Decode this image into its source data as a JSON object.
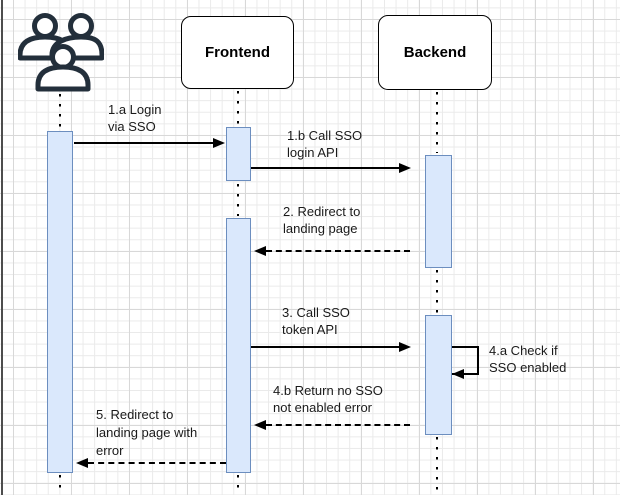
{
  "diagram": {
    "type": "uml-sequence",
    "actor": {
      "icon": "users-group-icon",
      "label": ""
    },
    "participants": [
      {
        "label": "Frontend"
      },
      {
        "label": "Backend"
      }
    ],
    "messages": [
      {
        "label": "1.a Login\nvia SSO",
        "from": "actor",
        "to": "Frontend",
        "style": "solid"
      },
      {
        "label": "1.b Call SSO\nlogin API",
        "from": "Frontend",
        "to": "Backend",
        "style": "solid"
      },
      {
        "label": "2. Redirect to\nlanding page",
        "from": "Backend",
        "to": "Frontend",
        "style": "dashed"
      },
      {
        "label": "3. Call SSO\ntoken API",
        "from": "Frontend",
        "to": "Backend",
        "style": "solid"
      },
      {
        "label": "4.a Check if\nSSO enabled",
        "from": "Backend",
        "to": "Backend",
        "style": "self-loop"
      },
      {
        "label": "4.b Return no SSO\nnot enabled error",
        "from": "Backend",
        "to": "Frontend",
        "style": "dashed"
      },
      {
        "label": "5. Redirect to\nlanding page with\nerror",
        "from": "Frontend",
        "to": "actor",
        "style": "dashed"
      }
    ],
    "colors": {
      "activation_fill": "#dae8fc",
      "activation_stroke": "#6c8ebf",
      "line": "#000000",
      "actor_icon": "#232f3b",
      "grid": "#eaeaea"
    }
  }
}
